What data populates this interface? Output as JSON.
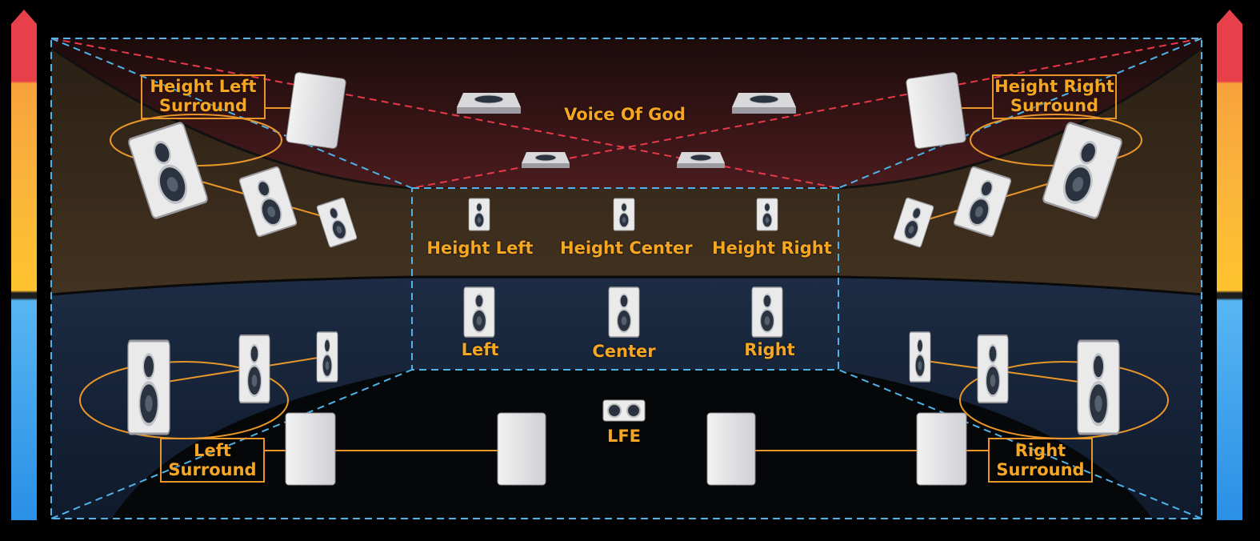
{
  "diagram": {
    "labels": {
      "height_left_surround": [
        "Height Left",
        "Surround"
      ],
      "height_right_surround": [
        "Height Right",
        "Surround"
      ],
      "voice_of_god": "Voice Of God",
      "height_left": "Height Left",
      "height_center": "Height Center",
      "height_right": "Height Right",
      "left": "Left",
      "center": "Center",
      "right": "Right",
      "lfe": "LFE",
      "left_surround": [
        "Left",
        "Surround"
      ],
      "right_surround": [
        "Right",
        "Surround"
      ]
    },
    "colors": {
      "label": "#f5a623",
      "connector": "#e8962a",
      "dashed_blue": "#4fb3e8",
      "dashed_red": "#e8394a",
      "ceiling": "#3a1416",
      "height_layer": "#3a2c1c",
      "floor_layer": "#15243a",
      "floor": "#050608"
    },
    "level_bars": {
      "segments": [
        "red-top",
        "orange",
        "yellow",
        "blue"
      ]
    }
  }
}
